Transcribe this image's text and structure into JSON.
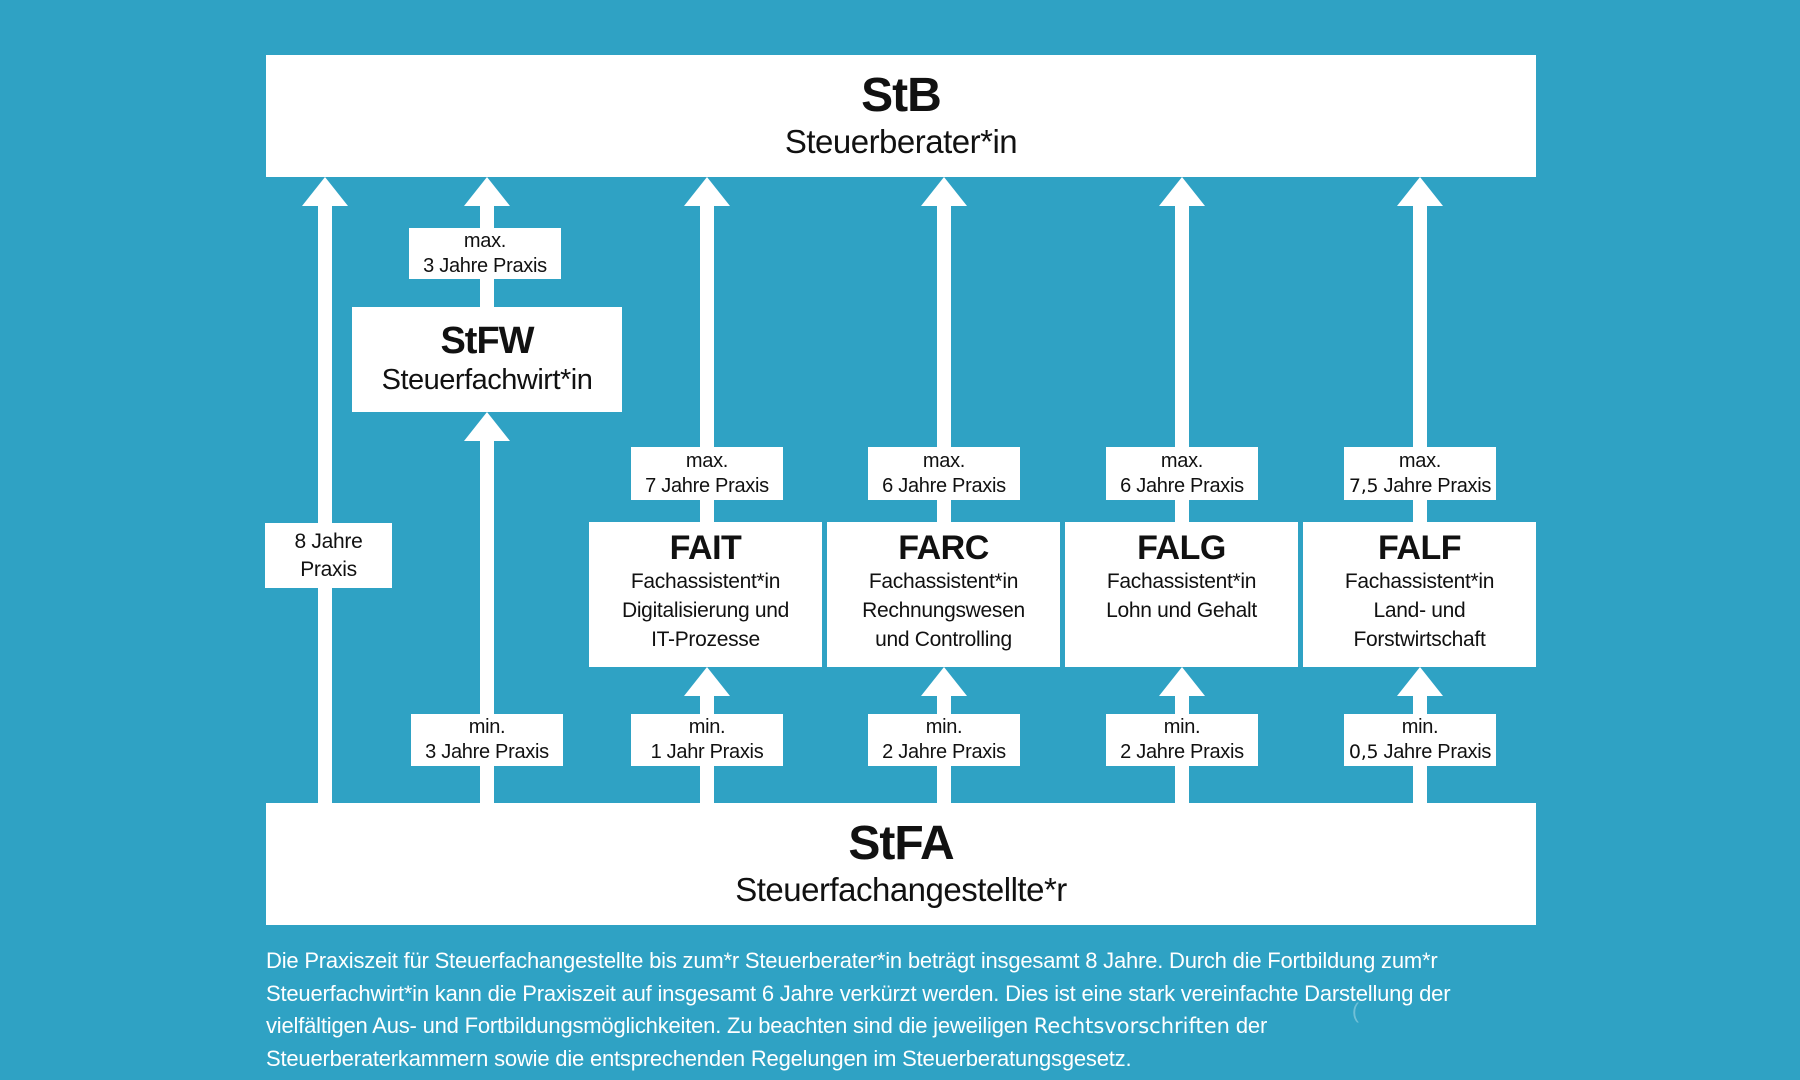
{
  "colors": {
    "background": "#2fa2c4",
    "box_background": "#ffffff",
    "box_text": "#111111",
    "footer_text": "#ffffff"
  },
  "nodes": {
    "stb": {
      "abbr": "StB",
      "name": "Steuerberater*in"
    },
    "stfw": {
      "abbr": "StFW",
      "name": "Steuerfachwirt*in"
    },
    "fait": {
      "abbr": "FAIT",
      "lines": [
        "Fachassistent*in",
        "Digitalisierung und",
        "IT-Prozesse"
      ]
    },
    "farc": {
      "abbr": "FARC",
      "lines": [
        "Fachassistent*in",
        "Rechnungswesen",
        "und Controlling"
      ]
    },
    "falg": {
      "abbr": "FALG",
      "lines": [
        "Fachassistent*in",
        "Lohn und Gehalt"
      ]
    },
    "falf": {
      "abbr": "FALF",
      "lines": [
        "Fachassistent*in",
        "Land- und",
        "Forstwirtschaft"
      ]
    },
    "stfa": {
      "abbr": "StFA",
      "name": "Steuerfachangestellte*r"
    }
  },
  "labels": {
    "left_practice": {
      "line1": "8 Jahre",
      "line2": "Praxis"
    },
    "max_stfw": {
      "line1": "max.",
      "line2": "3 Jahre Praxis"
    },
    "max_fait": {
      "line1": "max.",
      "line2": "7 Jahre Praxis"
    },
    "max_farc": {
      "line1": "max.",
      "line2": "6 Jahre Praxis"
    },
    "max_falg": {
      "line1": "max.",
      "line2": "6 Jahre Praxis"
    },
    "max_falf": {
      "line1": "max.",
      "num": "7,5",
      "line2rest": "Jahre Praxis"
    },
    "min_stfw": {
      "line1": "min.",
      "line2": "3 Jahre Praxis"
    },
    "min_fait": {
      "line1": "min.",
      "line2": "1 Jahr Praxis"
    },
    "min_farc": {
      "line1": "min.",
      "line2": "2 Jahre Praxis"
    },
    "min_falg": {
      "line1": "min.",
      "line2": "2 Jahre Praxis"
    },
    "min_falf": {
      "line1": "min.",
      "num": "0,5",
      "line2rest": "Jahre Praxis"
    }
  },
  "footer": {
    "line1": "Die Praxiszeit für Steuerfachangestellte bis zum*r Steuerberater*in beträgt insgesamt 8 Jahre. Durch die Fortbildung zum*r",
    "line2": "Steuerfachwirt*in kann die Praxiszeit auf insgesamt 6 Jahre verkürzt werden. Dies ist eine stark vereinfachte Darstellung der",
    "line3_pre": "vielfältigen Aus- und Fortbildungsmöglichkeiten. Zu beachten sind die jeweiligen ",
    "line3_emph": "Rechtsvorschriften",
    "line3_post": " der",
    "line4": "Steuerberaterkammern sowie die entsprechenden Regelungen im Steuerberatungsgesetz.",
    "stray_mark": "("
  }
}
